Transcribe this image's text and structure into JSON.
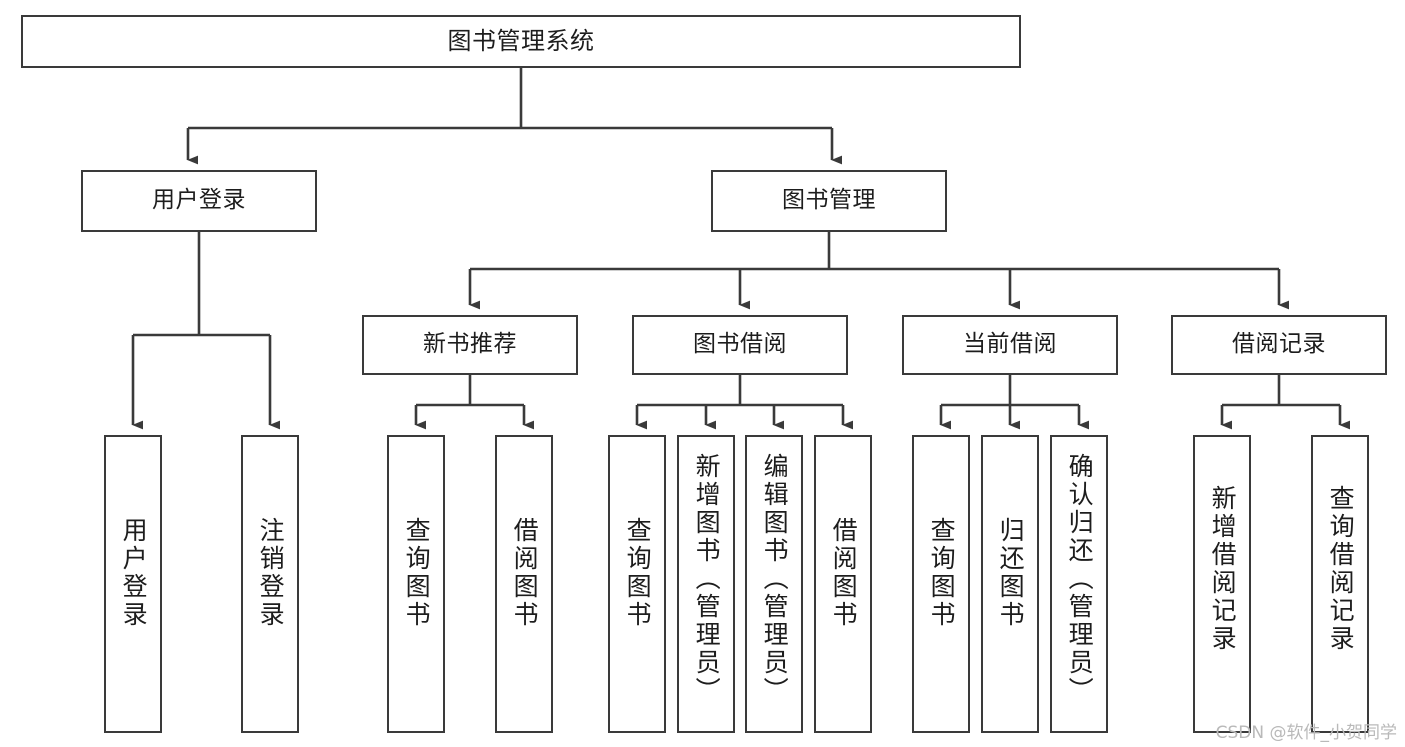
{
  "diagram": {
    "title": "图书管理系统",
    "type": "functional-structure-tree",
    "stroke_color": "#3a3a3a",
    "background_color": "#ffffff",
    "text_color": "#1d1d1d",
    "levels": 4,
    "nodes": {
      "root": {
        "label": "图书管理系统"
      },
      "level2": [
        {
          "id": "user-login",
          "label": "用户登录"
        },
        {
          "id": "book-management",
          "label": "图书管理"
        }
      ],
      "level3": [
        {
          "id": "new-book-recommend",
          "label": "新书推荐"
        },
        {
          "id": "book-borrow",
          "label": "图书借阅"
        },
        {
          "id": "current-borrow",
          "label": "当前借阅"
        },
        {
          "id": "borrow-record",
          "label": "借阅记录"
        }
      ],
      "leaves": [
        {
          "id": "leaf-user-login",
          "label": "用户登录",
          "parent": "user-login"
        },
        {
          "id": "leaf-logout-login",
          "label": "注销登录",
          "parent": "user-login"
        },
        {
          "id": "leaf-query-book-1",
          "label": "查询图书",
          "parent": "new-book-recommend"
        },
        {
          "id": "leaf-borrow-book-1",
          "label": "借阅图书",
          "parent": "new-book-recommend"
        },
        {
          "id": "leaf-query-book-2",
          "label": "查询图书",
          "parent": "book-borrow"
        },
        {
          "id": "leaf-add-book",
          "label": "新增图书（管理员）",
          "parent": "book-borrow"
        },
        {
          "id": "leaf-edit-book",
          "label": "编辑图书（管理员）",
          "parent": "book-borrow"
        },
        {
          "id": "leaf-borrow-book-2",
          "label": "借阅图书",
          "parent": "book-borrow"
        },
        {
          "id": "leaf-query-book-3",
          "label": "查询图书",
          "parent": "current-borrow"
        },
        {
          "id": "leaf-return-book",
          "label": "归还图书",
          "parent": "current-borrow"
        },
        {
          "id": "leaf-confirm-return",
          "label": "确认归还（管理员）",
          "parent": "current-borrow"
        },
        {
          "id": "leaf-add-record",
          "label": "新增借阅记录",
          "parent": "borrow-record"
        },
        {
          "id": "leaf-query-record",
          "label": "查询借阅记录",
          "parent": "borrow-record"
        }
      ]
    }
  },
  "watermark": {
    "text": "CSDN @软件_小贺同学"
  }
}
